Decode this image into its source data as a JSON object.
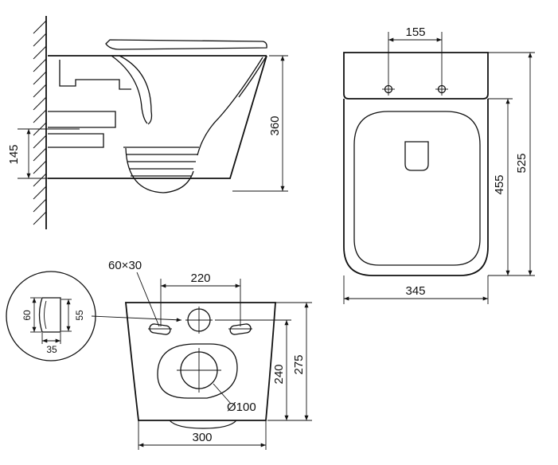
{
  "side_view": {
    "height_label": "360",
    "outlet_height_label": "145"
  },
  "top_view": {
    "hole_spacing_label": "155",
    "width_label": "345",
    "inner_length_label": "455",
    "total_length_label": "525"
  },
  "back_view": {
    "hole_size_label": "60×30",
    "hole_spacing_label": "220",
    "outlet_diameter_label": "Ø100",
    "width_label": "300",
    "outlet_height_label": "240",
    "total_height_label": "275"
  },
  "detail_view": {
    "left_height_label": "60",
    "right_height_label": "55",
    "width_label": "35"
  }
}
